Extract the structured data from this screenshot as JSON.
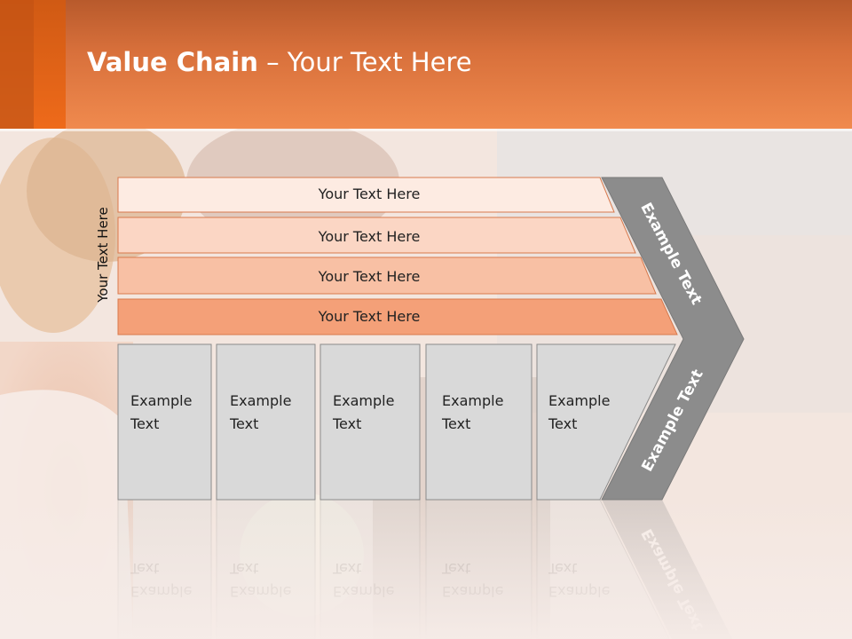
{
  "title": {
    "bold": "Value Chain",
    "rest": " – Your Text Here"
  },
  "side_label": "Your Text Here",
  "bars": [
    {
      "label": "Your Text Here"
    },
    {
      "label": "Your Text Here"
    },
    {
      "label": "Your Text Here"
    },
    {
      "label": "Your Text Here"
    }
  ],
  "boxes": [
    {
      "label": "Example\nText"
    },
    {
      "label": "Example\nText"
    },
    {
      "label": "Example\nText"
    },
    {
      "label": "Example\nText"
    },
    {
      "label": "Example\nText"
    }
  ],
  "chevron": {
    "upper": "Example Text",
    "lower": "Example Text"
  },
  "colors": {
    "header": "#f08a4e",
    "bar1": "#fdebe2",
    "bar2": "#fbd6c4",
    "bar3": "#f8c0a4",
    "bar4": "#f4a078",
    "box": "#d9d9d9",
    "chevron": "#8c8c8c"
  }
}
